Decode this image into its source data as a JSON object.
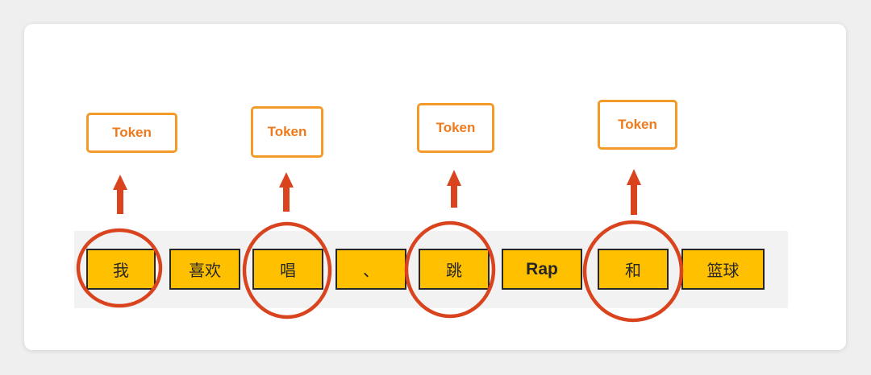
{
  "tokens": {
    "t1": "我",
    "t2": "喜欢",
    "t3": "唱",
    "t4": "、",
    "t5": "跳",
    "t6": "Rap",
    "t7": "和",
    "t8": "篮球"
  },
  "token_tags": {
    "tag1": "Token",
    "tag2": "Token",
    "tag3": "Token",
    "tag4": "Token"
  },
  "colors": {
    "box_fill": "#ffc000",
    "box_border": "#262626",
    "tag_border": "#f39a2b",
    "tag_text": "#f07a1b",
    "circle": "#d9441f",
    "arrow": "#d9441f"
  }
}
